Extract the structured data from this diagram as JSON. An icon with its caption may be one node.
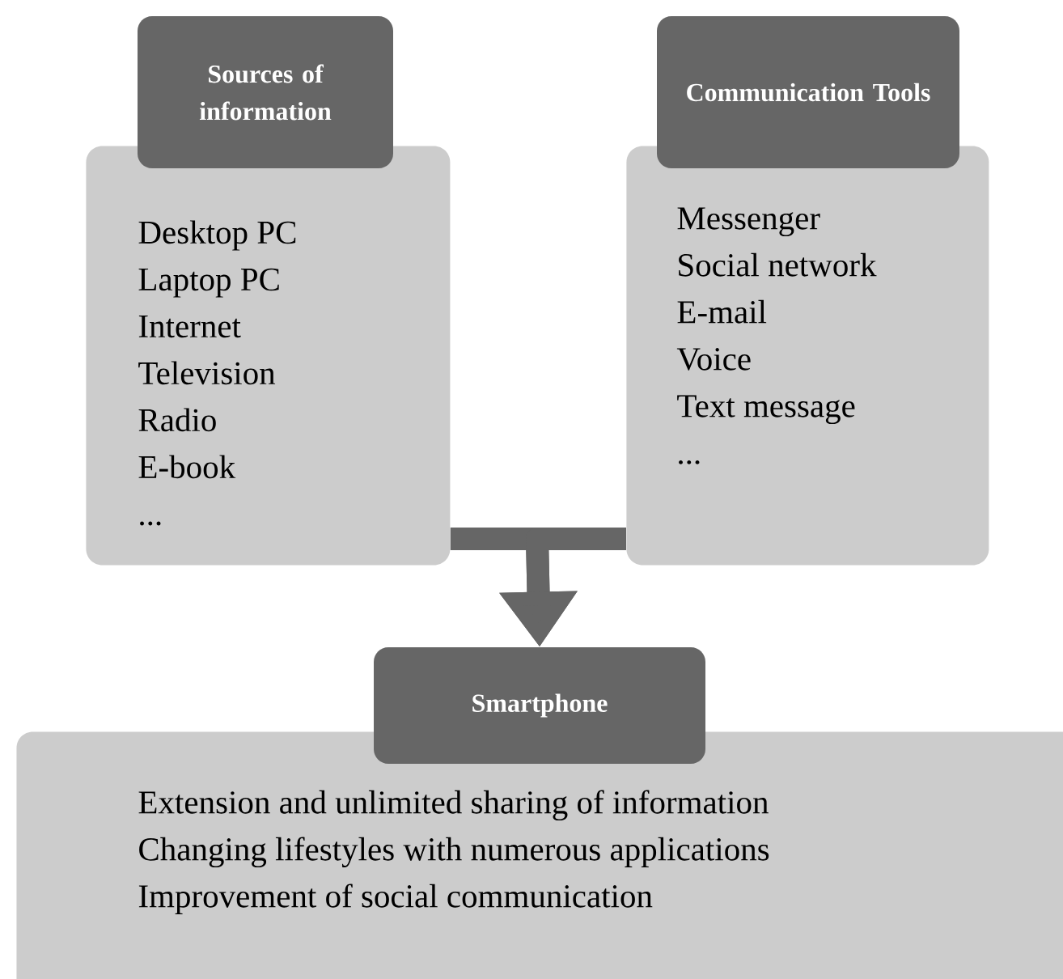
{
  "diagram": {
    "nodes": [
      {
        "text": [
          "Sources of information",
          "Desktop PC",
          "Laptop PC",
          "Internet",
          "Television",
          "Radio",
          "E-book",
          "..."
        ]
      },
      {
        "text": [
          "Communication Tools",
          "Messenger",
          "Social network",
          "E-mail",
          "Voice",
          "Text message",
          "..."
        ]
      },
      {
        "text": [
          "Smartphone",
          "Extension and unlimited sharing of information",
          "Changing lifestyles with numerous applications",
          "Improvement of social communication"
        ]
      }
    ],
    "edges": [
      {
        "from": 0,
        "to": 2,
        "arrow": "to"
      },
      {
        "from": 1,
        "to": 2,
        "arrow": "to"
      }
    ]
  }
}
